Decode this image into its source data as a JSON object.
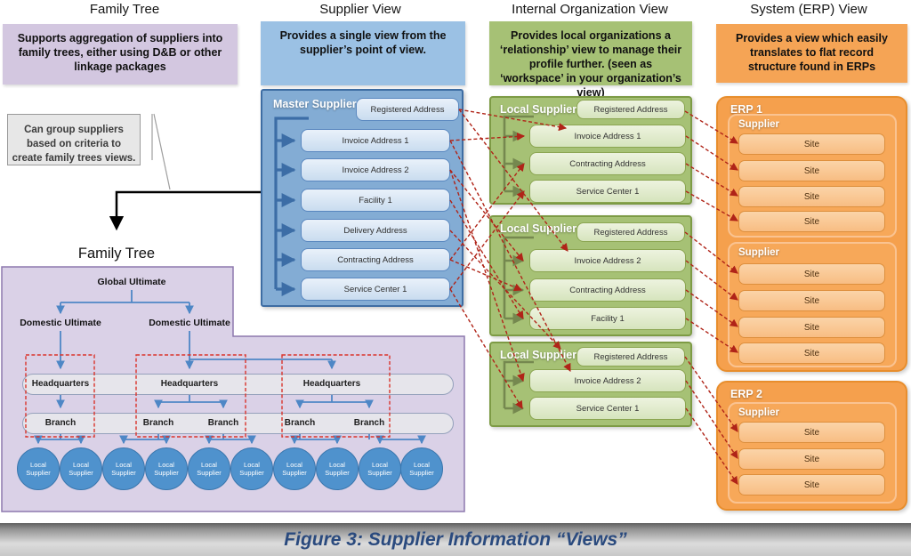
{
  "caption": "Figure 3: Supplier Information “Views”",
  "family": {
    "header": "Family Tree",
    "description": "Supports aggregation of suppliers into family trees, either using D&B or other linkage packages",
    "callout": "Can group suppliers based on criteria to create family trees views.",
    "tree_title": "Family Tree",
    "root_label": "Global Ultimate",
    "domestic_labels": [
      "Domestic Ultimate",
      "Domestic Ultimate"
    ],
    "headquarters_labels": [
      "Headquarters",
      "Headquarters",
      "Headquarters"
    ],
    "branch_labels": [
      "Branch",
      "Branch",
      "Branch",
      "Branch",
      "Branch"
    ],
    "leaf_label": "Local Supplier",
    "leaf_count": 10
  },
  "supplier_view": {
    "header": "Supplier View",
    "description": "Provides a single view from the supplier’s point of view.",
    "container_label": "Master Supplier",
    "registered_label": "Registered Address",
    "items": [
      "Invoice Address 1",
      "Invoice Address 2",
      "Facility 1",
      "Delivery Address",
      "Contracting Address",
      "Service Center 1"
    ]
  },
  "internal_view": {
    "header": "Internal Organization View",
    "description": "Provides local organizations a ‘relationship’ view to manage their profile further. (seen as ‘workspace’ in your organization’s  view)",
    "groups": [
      {
        "label": "Local Supplier",
        "registered_label": "Registered Address",
        "items": [
          "Invoice Address 1",
          "Contracting Address",
          "Service Center 1"
        ]
      },
      {
        "label": "Local Supplier",
        "registered_label": "Registered Address",
        "items": [
          "Invoice Address 2",
          "Contracting Address",
          "Facility 1"
        ]
      },
      {
        "label": "Local Supplier",
        "registered_label": "Registered Address",
        "items": [
          "Invoice Address 2",
          "Service Center 1"
        ]
      }
    ]
  },
  "erp_view": {
    "header": "System (ERP) View",
    "description": "Provides a view which easily translates to flat record structure found in ERPs",
    "erps": [
      {
        "label": "ERP 1",
        "suppliers": [
          {
            "label": "Supplier",
            "sites": [
              "Site",
              "Site",
              "Site",
              "Site"
            ]
          },
          {
            "label": "Supplier",
            "sites": [
              "Site",
              "Site",
              "Site",
              "Site"
            ]
          }
        ]
      },
      {
        "label": "ERP 2",
        "suppliers": [
          {
            "label": "Supplier",
            "sites": [
              "Site",
              "Site",
              "Site"
            ]
          }
        ]
      }
    ]
  },
  "colors": {
    "purple_panel": "#d3c7e0",
    "blue_panel": "#9bc1e4",
    "green_panel": "#a6c175",
    "orange_panel": "#f5a455",
    "red_connector": "#b02418",
    "blue_connector": "#3c6da6",
    "green_connector": "#75884f",
    "tree_line": "#4e87c6",
    "circle_fill": "#4f92cd",
    "caption_text": "#2a4a7e"
  }
}
